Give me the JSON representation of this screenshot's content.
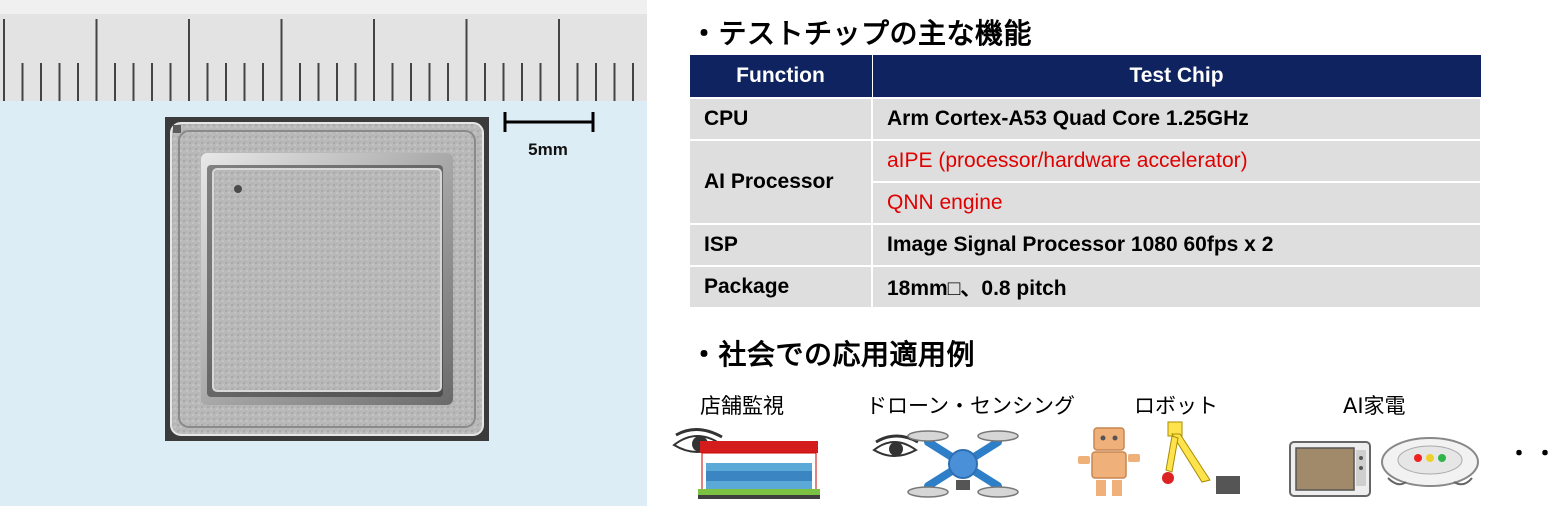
{
  "figure": {
    "scale_label": "5mm"
  },
  "section1": {
    "heading": "・テストチップの主な機能"
  },
  "table": {
    "headers": [
      "Function",
      "Test Chip"
    ],
    "rows": [
      {
        "function": "CPU",
        "value": "Arm Cortex-A53 Quad Core  1.25GHz"
      },
      {
        "function": "AI Processor",
        "value": "aIPE (processor/hardware accelerator)",
        "value2": "QNN engine"
      },
      {
        "function": "ISP",
        "value": "Image Signal Processor 1080 60fps x 2"
      },
      {
        "function": "Package",
        "value": "18mm□、0.8 pitch"
      }
    ],
    "highlight_color": "#e00000",
    "header_color": "#0f2360"
  },
  "section2": {
    "heading": "・社会での応用適用例",
    "applications": [
      {
        "label": "店舗監視",
        "icon": "shop-surveillance-icon"
      },
      {
        "label": "ドローン・センシング",
        "icon": "drone-sensing-icon"
      },
      {
        "label": "ロボット",
        "icon": "robot-icon"
      },
      {
        "label": "AI家電",
        "icon": "ai-appliance-icon"
      }
    ],
    "more": "・・"
  }
}
